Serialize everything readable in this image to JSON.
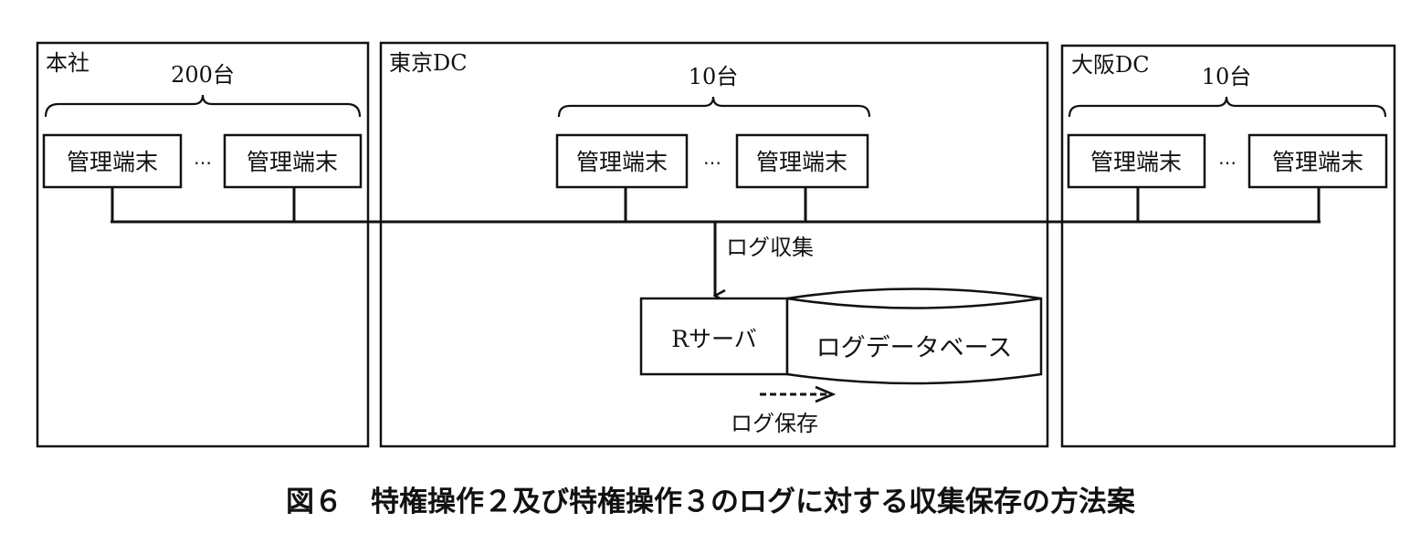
{
  "figure": {
    "caption": "図６　特権操作２及び特権操作３のログに対する収集保存の方法案"
  },
  "sites": [
    {
      "name": "本社",
      "count_label": "200台",
      "terminals": [
        "管理端末",
        "管理端末"
      ],
      "ellipsis": "…"
    },
    {
      "name": "東京DC",
      "count_label": "10台",
      "terminals": [
        "管理端末",
        "管理端末"
      ],
      "ellipsis": "…"
    },
    {
      "name": "大阪DC",
      "count_label": "10台",
      "terminals": [
        "管理端末",
        "管理端末"
      ],
      "ellipsis": "…"
    }
  ],
  "flows": {
    "collect_label": "ログ収集",
    "store_label": "ログ保存"
  },
  "server": {
    "label": "Rサーバ"
  },
  "database": {
    "label": "ログデータベース"
  },
  "colors": {
    "stroke": "#111111",
    "background": "#ffffff"
  }
}
